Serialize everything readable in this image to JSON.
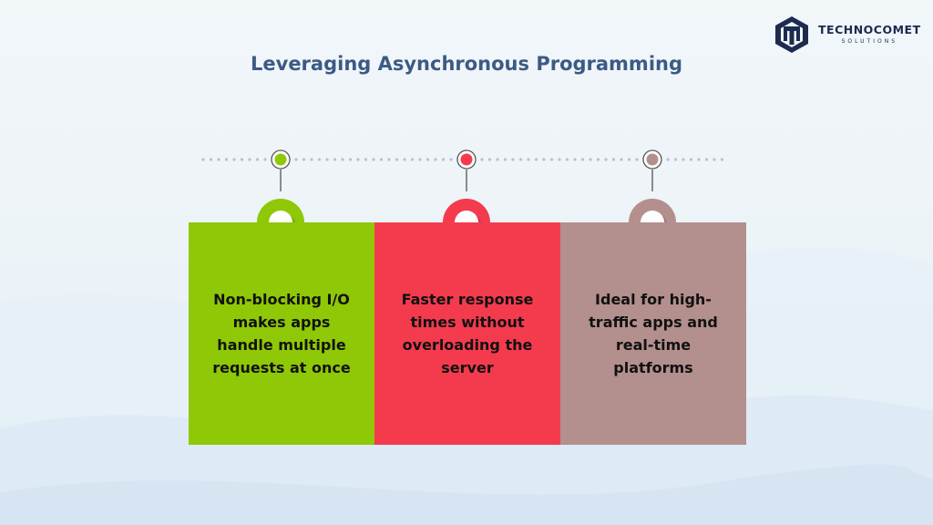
{
  "header": {
    "title": "Leveraging Asynchronous Programming"
  },
  "logo": {
    "name": "TECHNOCOMET",
    "tagline": "SOLUTIONS",
    "color": "#1d2b4f"
  },
  "steps": [
    {
      "text": "Non-blocking I/O makes apps handle multiple requests at once",
      "color": "#8fc806"
    },
    {
      "text": "Faster response times without overloading the server",
      "color": "#f43b4e"
    },
    {
      "text": "Ideal for high-traffic apps and real-time platforms",
      "color": "#b38f8d"
    }
  ],
  "colors": {
    "title": "#3c5a84",
    "dots": "#b9c2c8"
  }
}
